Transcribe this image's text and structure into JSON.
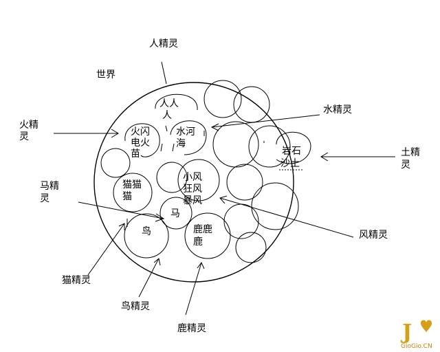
{
  "world_label": "世界",
  "outer": {
    "human": "人精灵",
    "water": "水精灵",
    "fire_1": "火精",
    "fire_2": "灵",
    "earth_1": "土精",
    "earth_2": "灵",
    "horse_1": "马精",
    "horse_2": "灵",
    "wind": "风精灵",
    "cat": "猫精灵",
    "bird": "鸟精灵",
    "deer": "鹿精灵"
  },
  "inner": {
    "human_1": "人人",
    "human_2": "人",
    "fire_1": "火闪",
    "fire_2": "电火",
    "fire_3": "苗",
    "water_1": "水河",
    "water_2": "海",
    "rock_1": "岩石",
    "rock_2": "沙土",
    "cat_1": "猫猫",
    "cat_2": "猫",
    "wind_1": "小风",
    "wind_2": "狂风",
    "wind_3": "暴风",
    "horse": "马",
    "bird": "鸟",
    "deer_1": "鹿鹿",
    "deer_2": "鹿"
  },
  "watermark": {
    "logo": "J",
    "text": "GioGio.CN",
    "color": "#d4a017"
  }
}
